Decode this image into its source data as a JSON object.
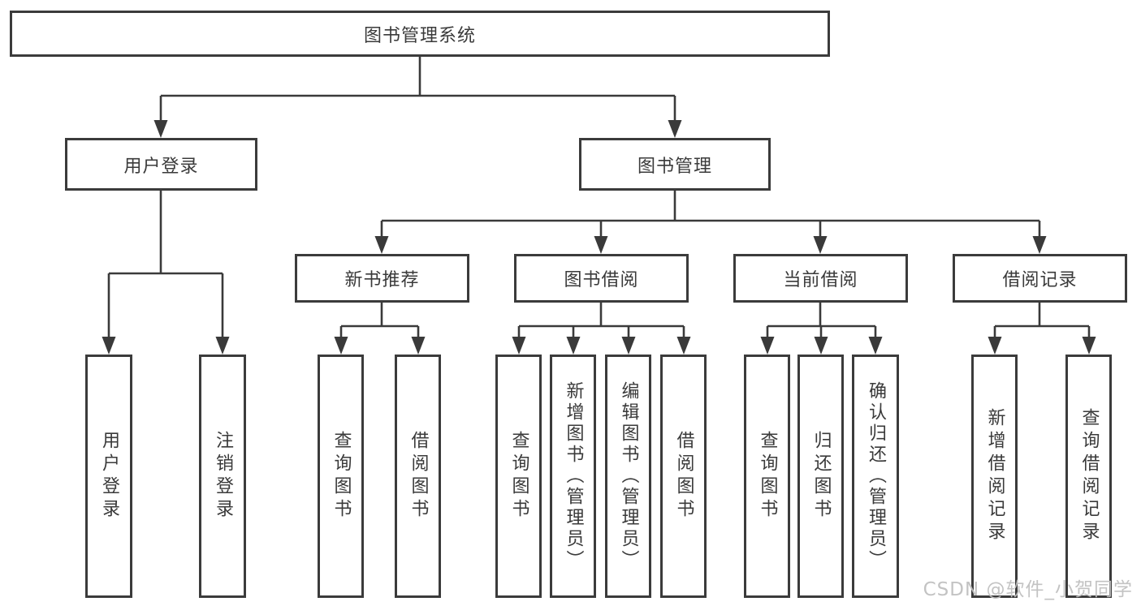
{
  "tree": {
    "root": {
      "label": "图书管理系统",
      "children": [
        {
          "label": "用户登录",
          "children": [
            {
              "label": "用户登录"
            },
            {
              "label": "注销登录"
            }
          ]
        },
        {
          "label": "图书管理",
          "children": [
            {
              "label": "新书推荐",
              "children": [
                {
                  "label": "查询图书"
                },
                {
                  "label": "借阅图书"
                }
              ]
            },
            {
              "label": "图书借阅",
              "children": [
                {
                  "label": "查询图书"
                },
                {
                  "label": "新增图书（管理员）"
                },
                {
                  "label": "编辑图书（管理员）"
                },
                {
                  "label": "借阅图书"
                }
              ]
            },
            {
              "label": "当前借阅",
              "children": [
                {
                  "label": "查询图书"
                },
                {
                  "label": "归还图书"
                },
                {
                  "label": "确认归还（管理员）"
                }
              ]
            },
            {
              "label": "借阅记录",
              "children": [
                {
                  "label": "新增借阅记录"
                },
                {
                  "label": "查询借阅记录"
                }
              ]
            }
          ]
        }
      ]
    }
  },
  "watermark": "CSDN @软件_小贺同学",
  "colors": {
    "line": "#3a3a3a",
    "box_border": "#3b3b3b",
    "text": "#3a3a3a",
    "watermark": "#c0c0c0",
    "background": "#ffffff"
  }
}
